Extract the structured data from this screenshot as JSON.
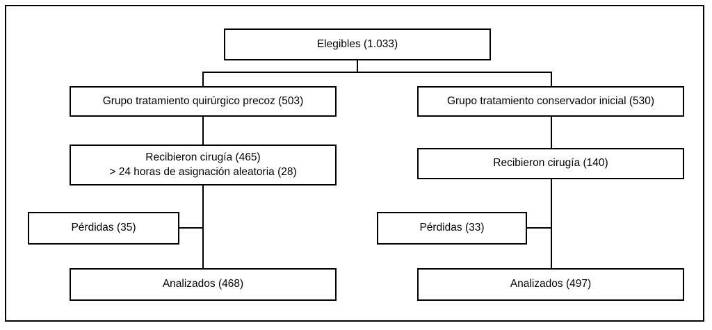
{
  "diagram": {
    "type": "flowchart",
    "language": "es",
    "colors": {
      "line": "#000000",
      "background": "#ffffff",
      "text": "#000000"
    },
    "boxes": {
      "eligible": "Elegibles (1.033)",
      "group_early_surgery": "Grupo tratamiento quirúrgico precoz (503)",
      "group_conservative": "Grupo tratamiento conservador inicial (530)",
      "early_received_surgery_line1": "Recibieron cirugía (465)",
      "early_received_surgery_line2": "> 24 horas de asignación aleatoria (28)",
      "conservative_received_surgery": "Recibieron cirugía (140)",
      "early_losses": "Pérdidas (35)",
      "conservative_losses": "Pérdidas (33)",
      "early_analyzed": "Analizados (468)",
      "conservative_analyzed": "Analizados (497)"
    }
  }
}
